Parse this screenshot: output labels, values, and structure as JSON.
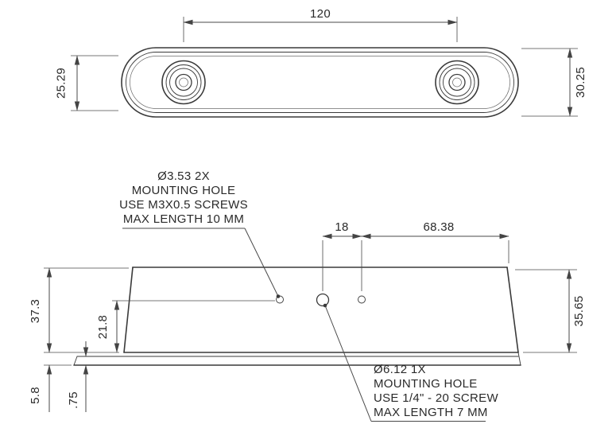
{
  "drawing": {
    "top_view": {
      "lens_spacing_mm": "120",
      "height_left_mm": "25.29",
      "height_right_mm": "30.25"
    },
    "bottom_view": {
      "hole_spacing_mm": "18",
      "hole_to_edge_mm": "68.38",
      "overall_height_mm": "37.3",
      "hole_center_to_base_mm": "21.8",
      "body_height_mm": "35.65",
      "base_step_mm": "5.8",
      "plate_thickness_mm": ".75",
      "m3_note": {
        "lines": [
          "Ø3.53 2X",
          "MOUNTING HOLE",
          "USE M3X0.5 SCREWS",
          "MAX LENGTH 10 MM"
        ]
      },
      "quarter_inch_note": {
        "lines": [
          "Ø6.12 1X",
          "MOUNTING HOLE",
          "USE 1/4\" - 20 SCREW",
          "MAX LENGTH 7 MM"
        ]
      }
    }
  }
}
